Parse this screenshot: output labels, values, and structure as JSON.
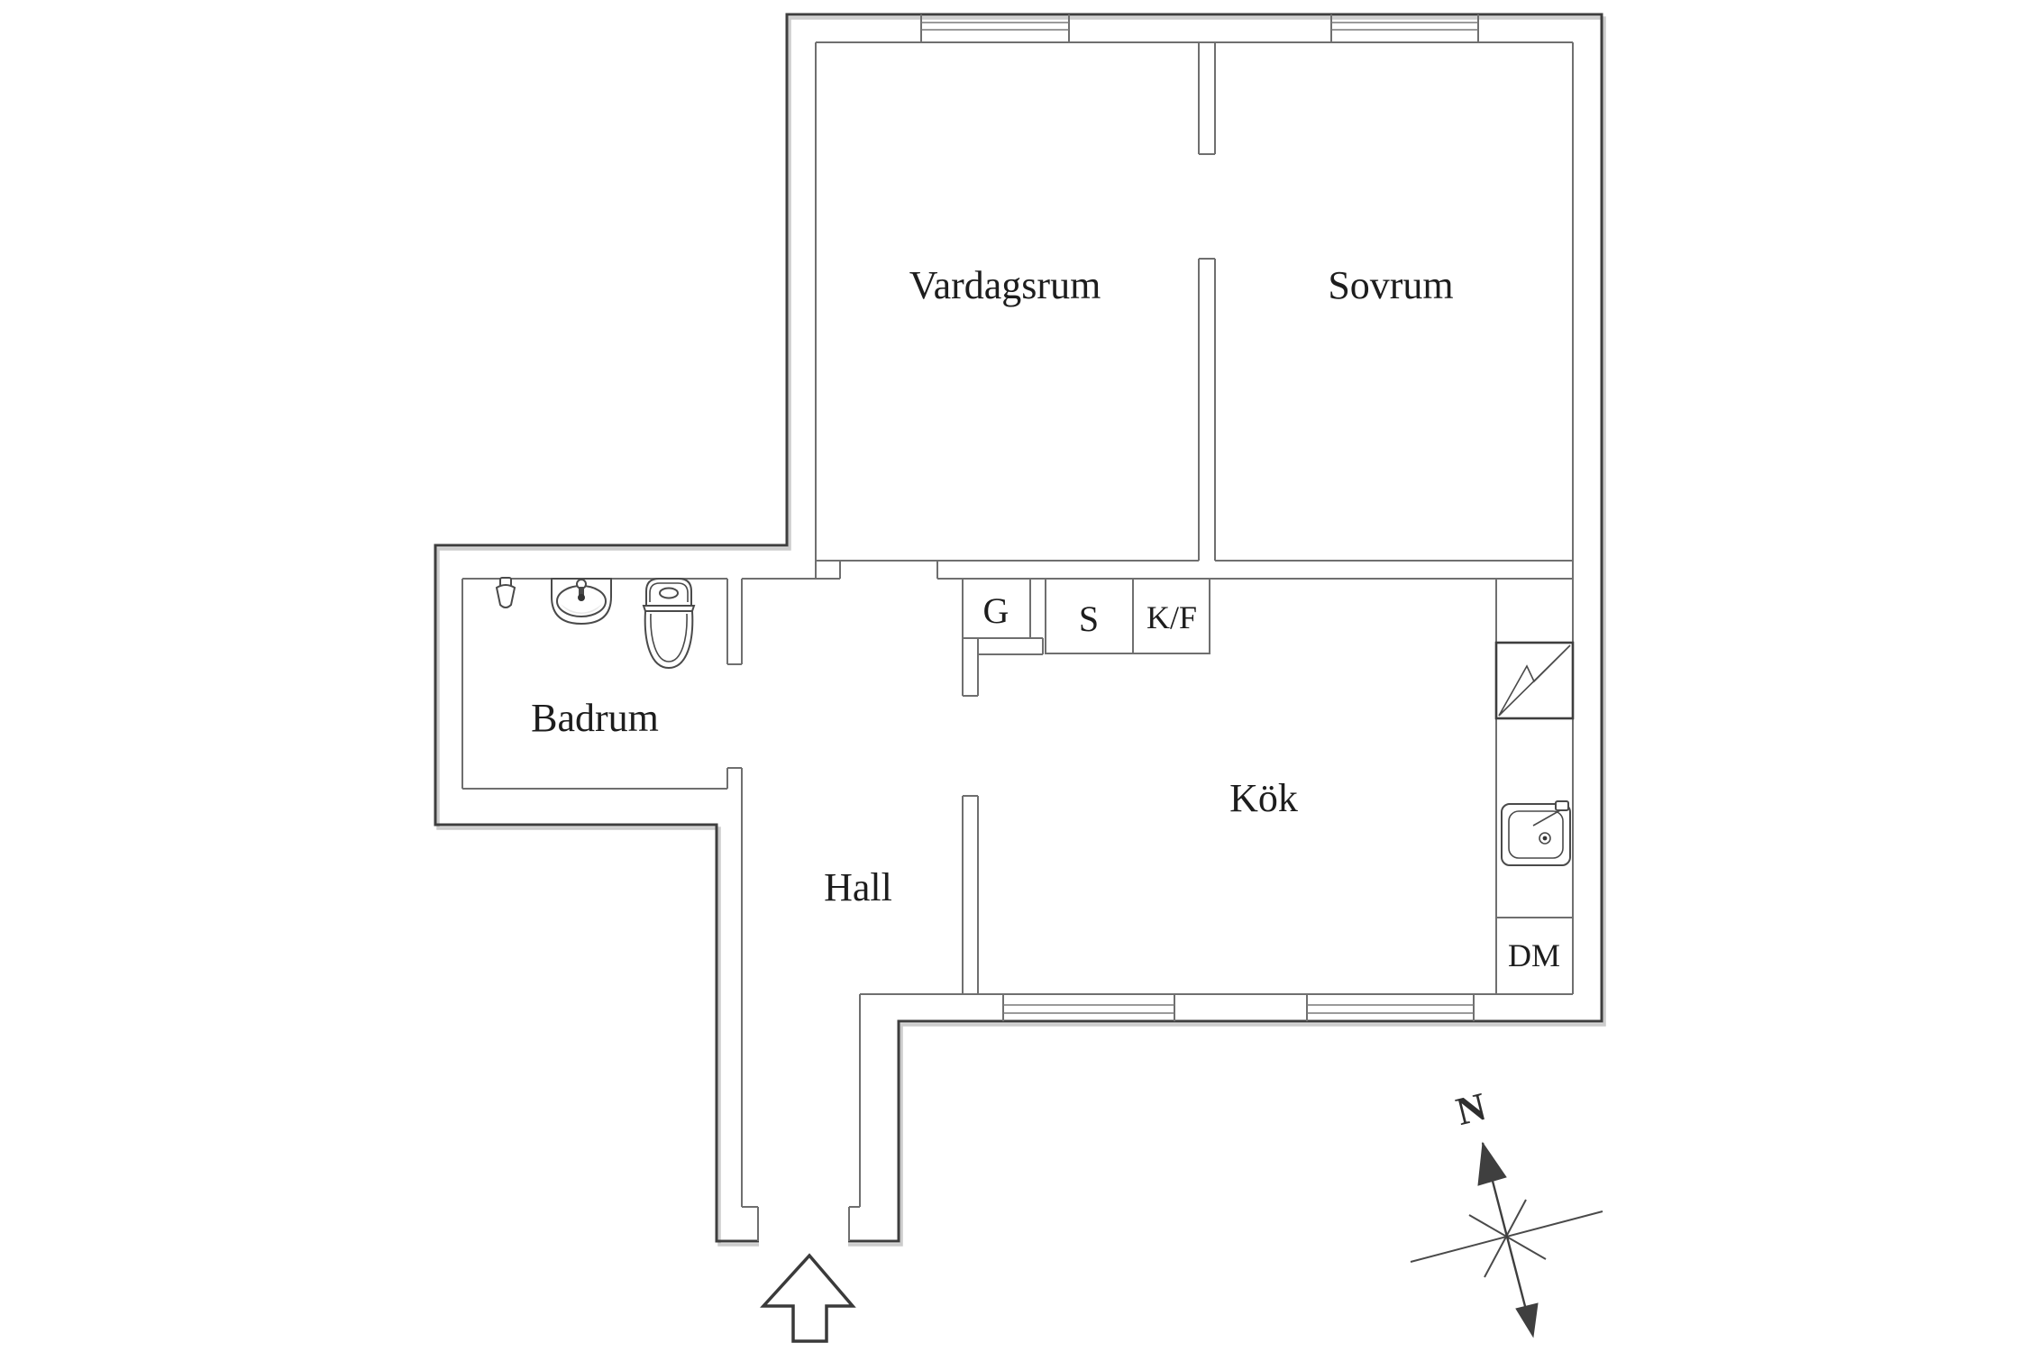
{
  "floorplan": {
    "title": "Apartment floor plan",
    "rooms": [
      {
        "id": "vardagsrum",
        "label": "Vardagsrum"
      },
      {
        "id": "sovrum",
        "label": "Sovrum"
      },
      {
        "id": "badrum",
        "label": "Badrum"
      },
      {
        "id": "hall",
        "label": "Hall"
      },
      {
        "id": "kok",
        "label": "Kök"
      }
    ],
    "closets": [
      {
        "id": "g",
        "label": "G"
      },
      {
        "id": "s",
        "label": "S"
      },
      {
        "id": "kf",
        "label": "K/F"
      },
      {
        "id": "dm",
        "label": "DM"
      }
    ],
    "compass": {
      "north_label": "N"
    },
    "icons": [
      "entrance-arrow-icon",
      "compass-rose-icon",
      "stove-icon",
      "kitchen-sink-icon",
      "bathroom-sink-icon",
      "toilet-icon",
      "shower-mixer-icon"
    ],
    "colors": {
      "background": "#ffffff",
      "wall_outer": "#3e3e3e",
      "wall_inner": "#6f6f6f",
      "text": "#1d1d1d",
      "shadow": "#cccccc"
    }
  }
}
